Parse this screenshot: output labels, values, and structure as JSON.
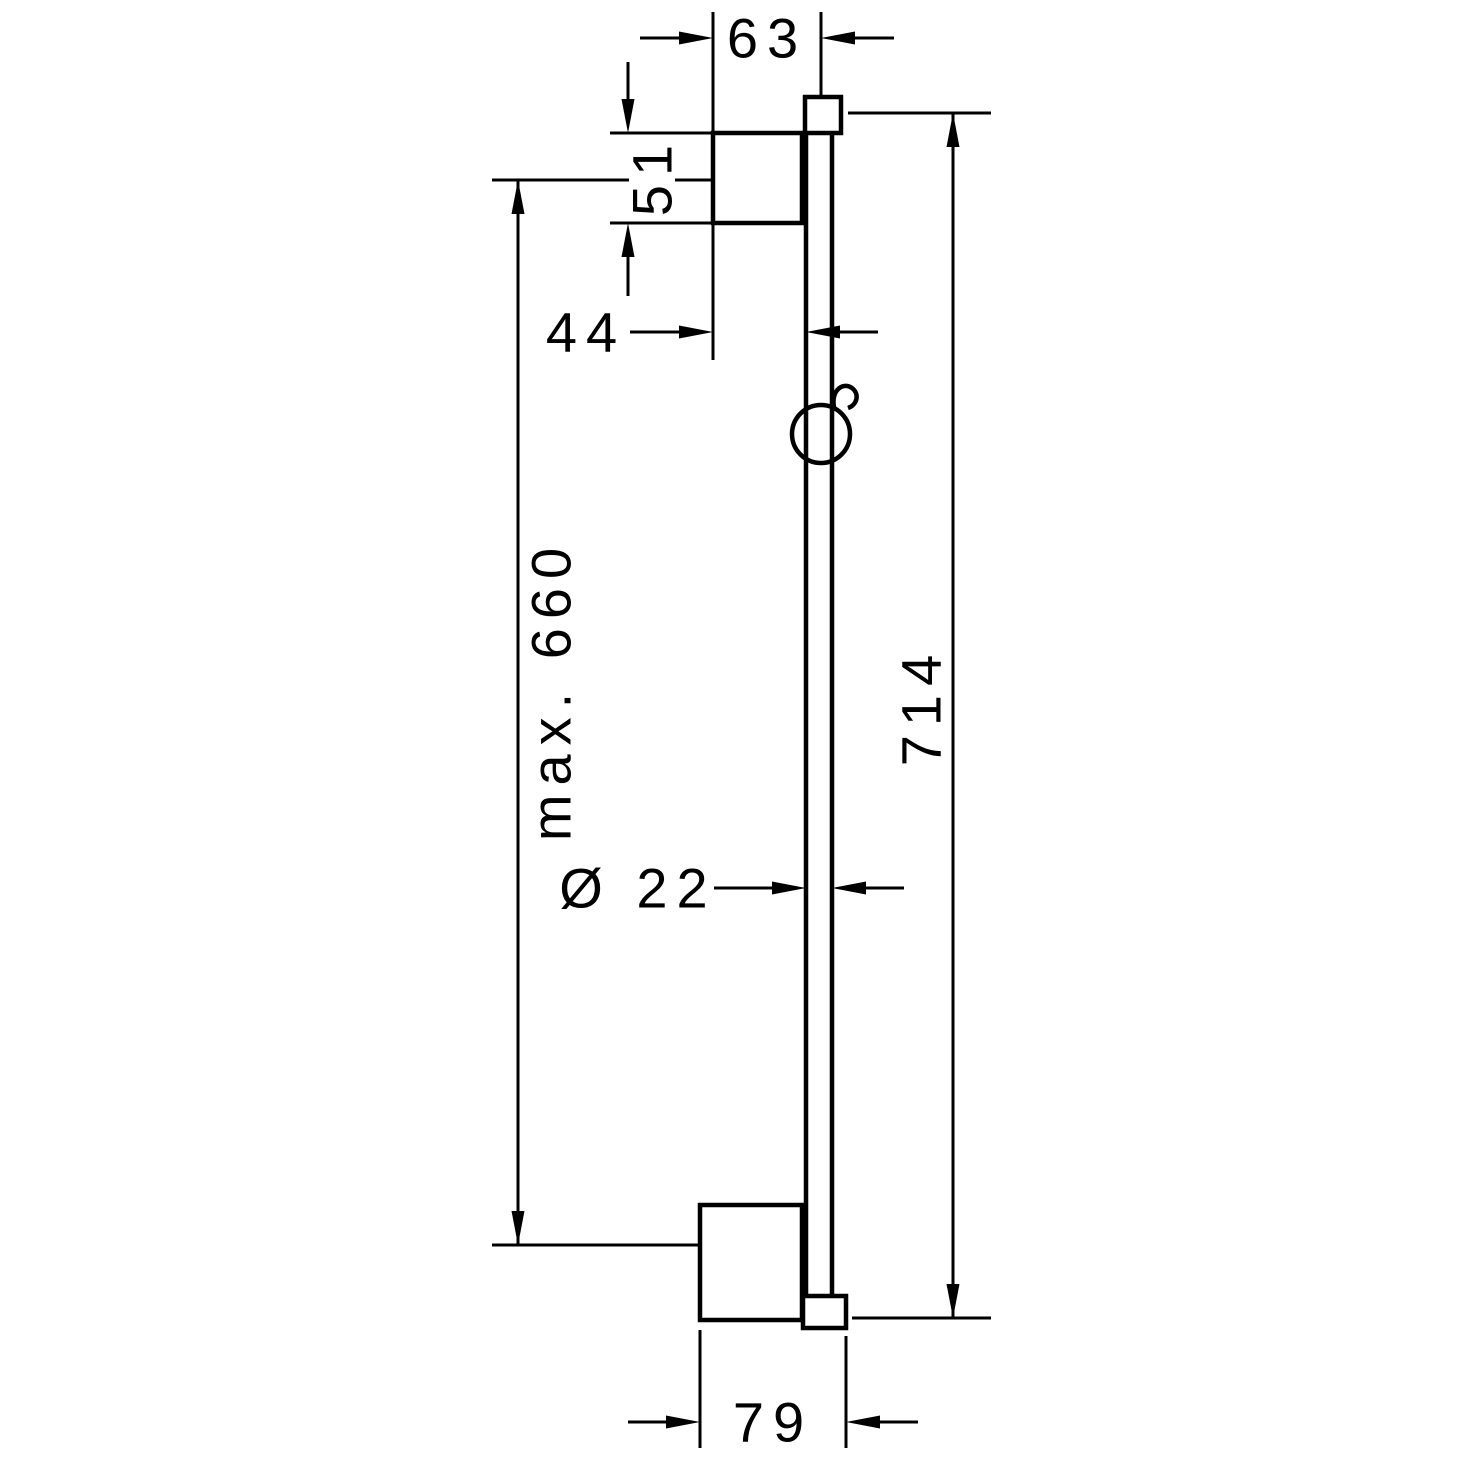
{
  "drawing": {
    "background_color": "#ffffff",
    "line_color": "#000000",
    "labels": {
      "top_width": "63",
      "holder_height": "51",
      "wall_offset": "44",
      "max_height": "max. 660",
      "overall_length": "714",
      "rail_diameter": "Ø 22",
      "base_width": "79"
    }
  }
}
